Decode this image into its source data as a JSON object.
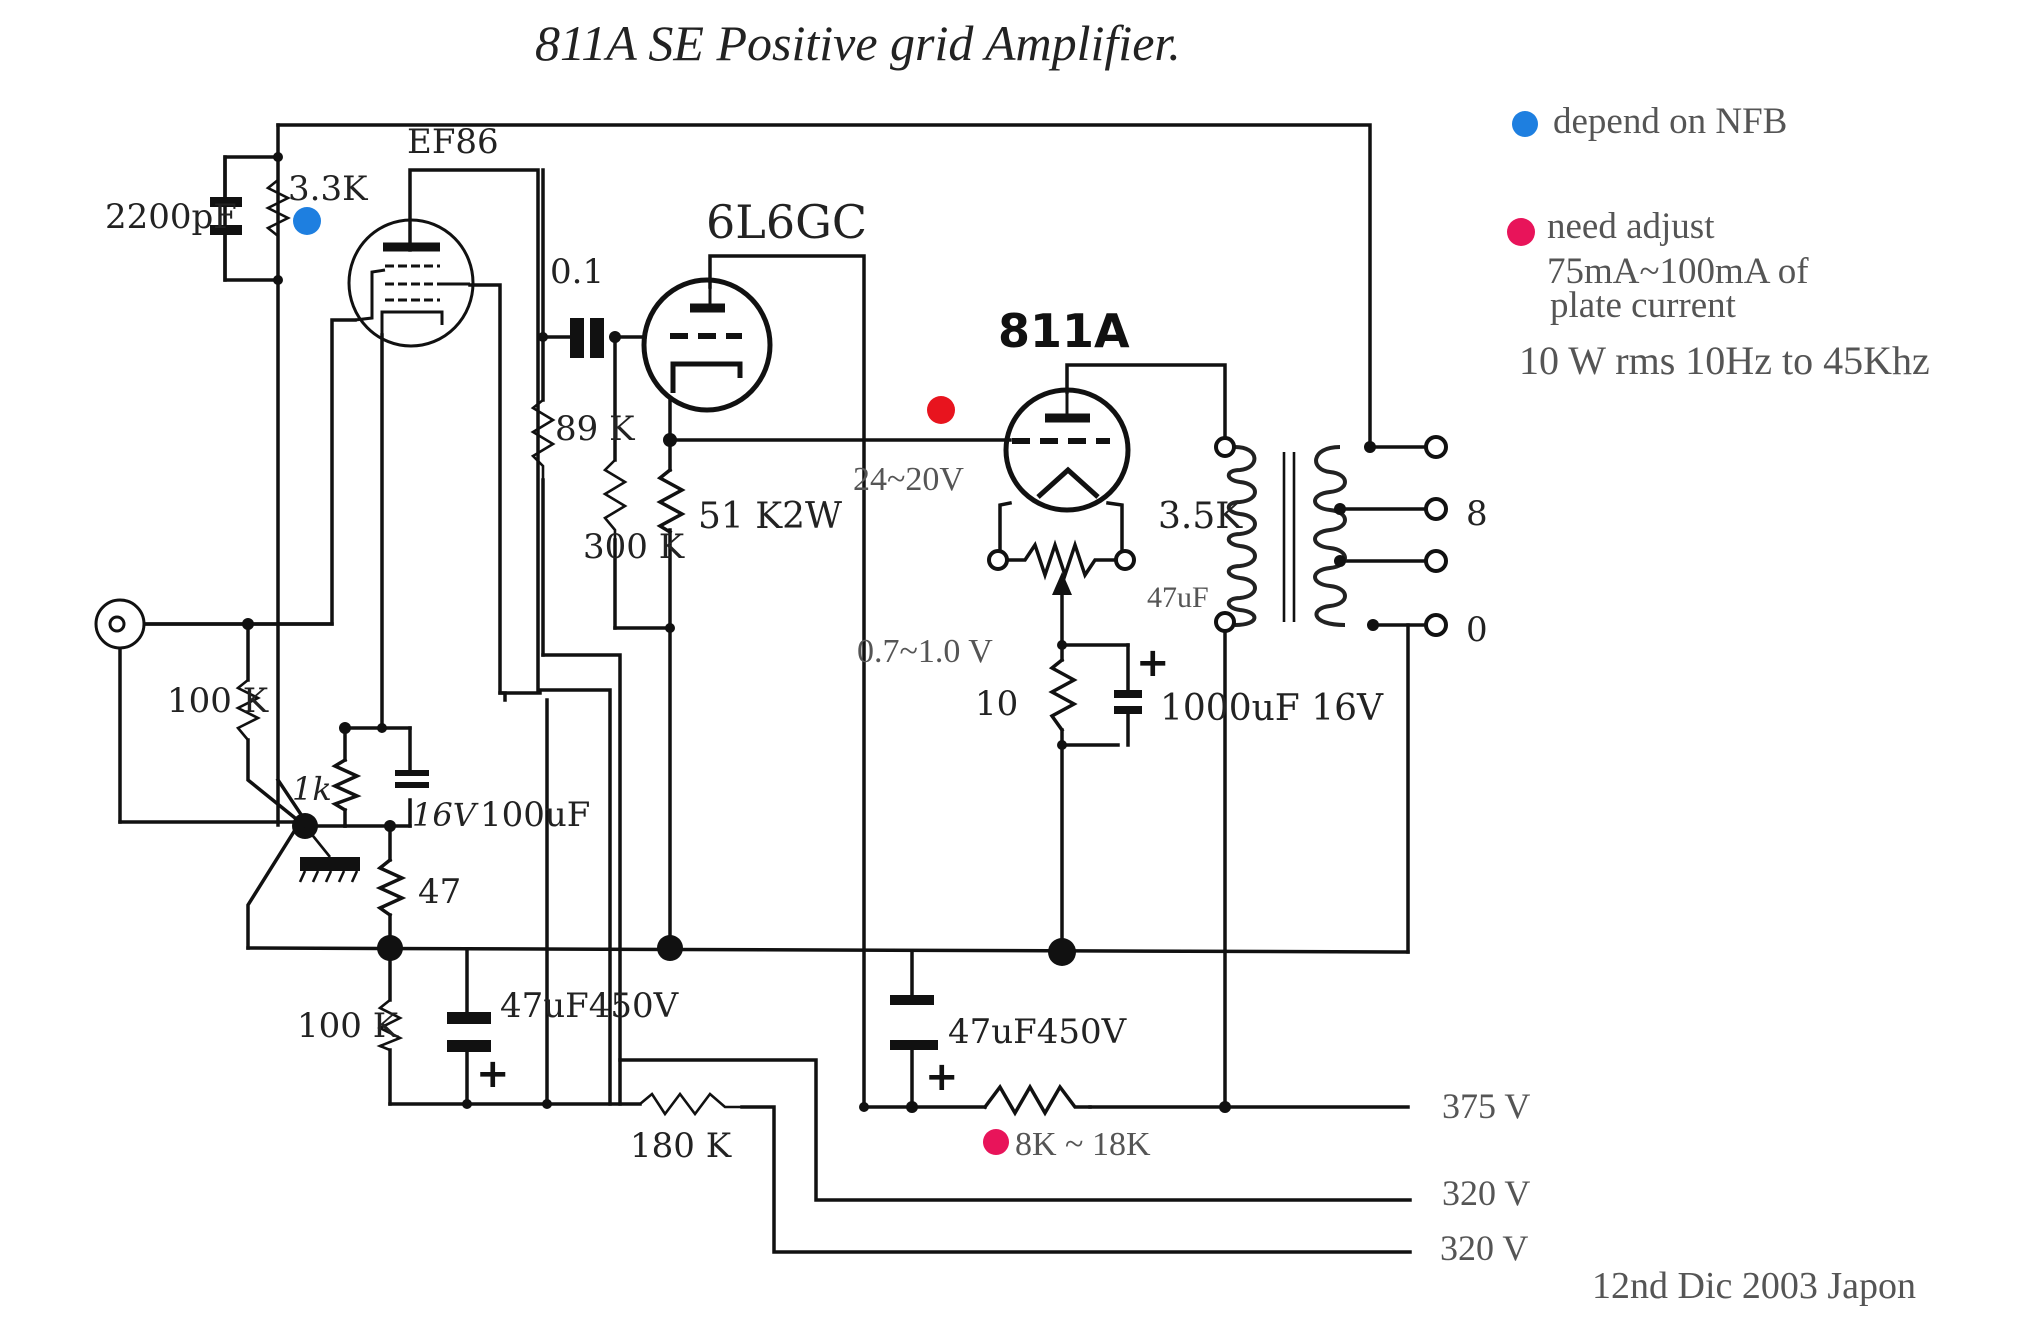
{
  "title": "811A SE Positive grid Amplifier.",
  "legend": {
    "nfb": {
      "color": "#1e7fe0",
      "text": "depend on NFB"
    },
    "adjust": {
      "color": "#e8145a",
      "text": "need adjust",
      "line2": "75mA~100mA  of",
      "line3": "plate current"
    },
    "spec": "10 W rms 10Hz to 45Khz"
  },
  "marker_colors": {
    "blue": "#1e7fe0",
    "red": "#e8141e",
    "pink": "#e8145a"
  },
  "tubes": {
    "ef86": "EF86",
    "l6gc": "6L6GC",
    "t811a": "811A"
  },
  "components": {
    "c_2200pf": "2200pF",
    "r_3k3": "3.3K",
    "c_0_1": "0.1",
    "r_89k": "89 K",
    "r_300k": "300 K",
    "r_51k": "51 K2W",
    "v_grid": "24~20V",
    "r_100k_in": "100 K",
    "r_1k": "1k",
    "c_16v": "16V",
    "c_100uf": "100uF",
    "r_47": "47",
    "r_100k_low": "100 K",
    "c_47uf_a": "47uF450V",
    "r_180k": "180 K",
    "c_47uf_b": "47uF450V",
    "r_8k18k": "8K ~ 18K",
    "v_bias": "0.7~1.0 V",
    "r_10": "10",
    "c_1000uf": "1000uF 16V",
    "z_3k5": "3.5K",
    "c_47uf_partial": "47uF",
    "tap_8": "8",
    "tap_0": "0"
  },
  "supply": {
    "b1": "375 V",
    "b2": "320 V",
    "b3": "320 V"
  },
  "footer": "12nd Dic 2003 Japon"
}
